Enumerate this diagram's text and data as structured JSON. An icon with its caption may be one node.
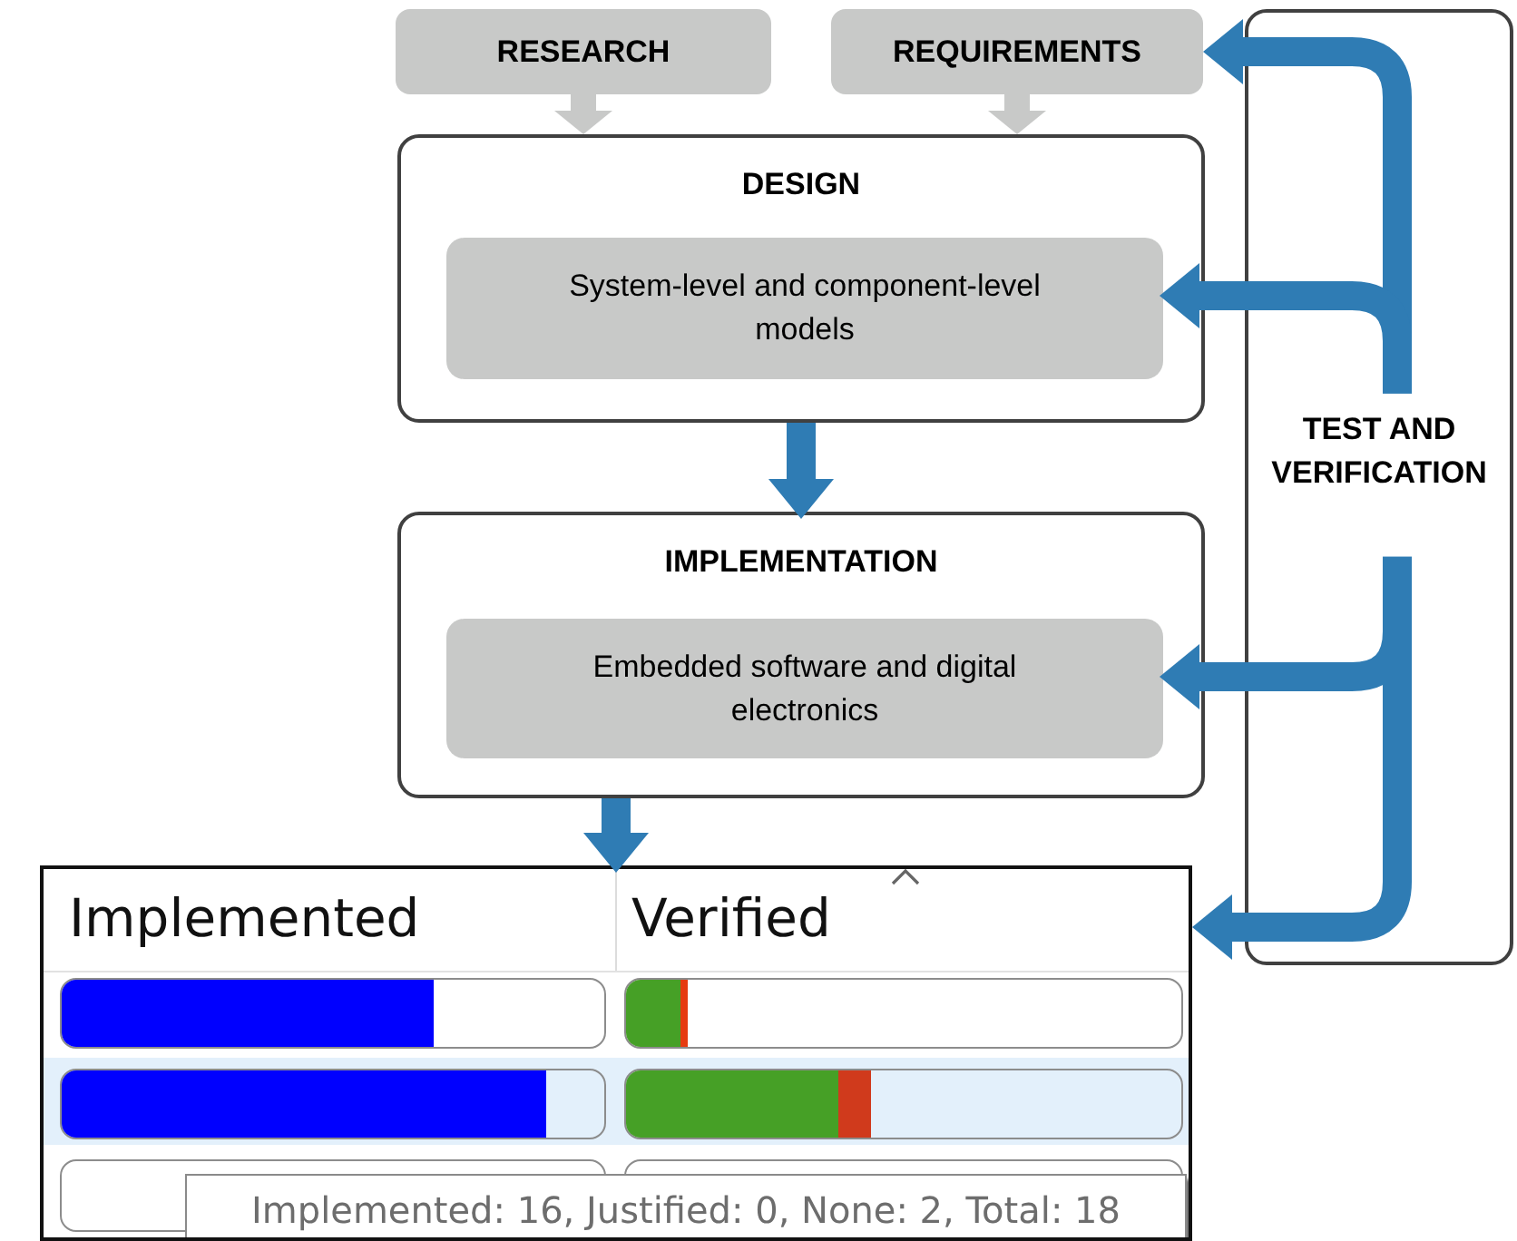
{
  "diagram": {
    "nodes": [
      {
        "text": [
          "RESEARCH"
        ]
      },
      {
        "text": [
          "REQUIREMENTS"
        ]
      },
      {
        "text": [
          "DESIGN"
        ]
      },
      {
        "text": [
          "System-level and component-level models"
        ],
        "in": 2
      },
      {
        "text": [
          "IMPLEMENTATION"
        ]
      },
      {
        "text": [
          "Embedded software and digital electronics"
        ],
        "in": 4
      },
      {
        "text": [
          "TEST AND VERIFICATION"
        ]
      },
      {
        "text": [
          "Implemented",
          "Verified"
        ]
      },
      {
        "text": [
          "Implemented: 16, Justified: 0, None: 2, Total: 18"
        ],
        "in": 7
      }
    ],
    "edges": [
      {
        "from": 0,
        "to": 2,
        "arrow": "to",
        "color": "#c8c9c8"
      },
      {
        "from": 1,
        "to": 2,
        "arrow": "to",
        "color": "#c8c9c8"
      },
      {
        "from": 2,
        "to": 4,
        "arrow": "to"
      },
      {
        "from": 4,
        "to": 7,
        "arrow": "to"
      },
      {
        "from": 6,
        "to": 1,
        "arrow": "to"
      },
      {
        "from": 6,
        "to": 3,
        "arrow": "to"
      },
      {
        "from": 6,
        "to": 5,
        "arrow": "to"
      },
      {
        "from": 6,
        "to": 7,
        "arrow": "to"
      }
    ]
  }
}
